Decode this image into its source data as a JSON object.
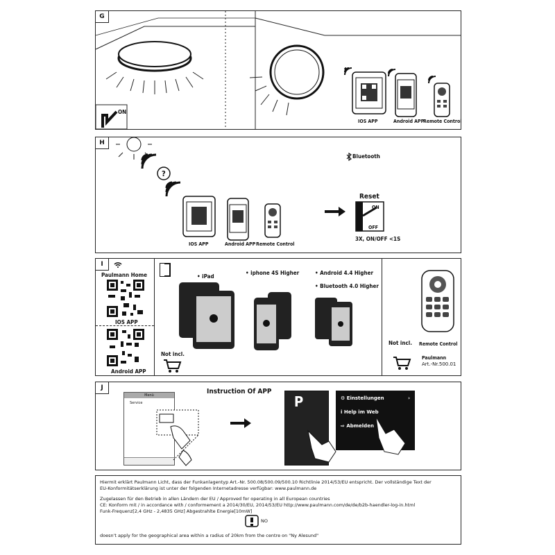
{
  "sections": {
    "g": {
      "tag": "G",
      "switch_label": "ON",
      "apps": [
        "IOS APP",
        "Android APP",
        "Remote Control"
      ]
    },
    "h": {
      "tag": "H",
      "bluetooth": "Bluetooth",
      "question": "?",
      "apps": [
        "IOS APP",
        "Android APP",
        "Remote Control"
      ],
      "reset_title": "Reset",
      "switch_on": "ON",
      "switch_off": "OFF",
      "reset_instruction": "3X, ON/OFF  <1S"
    },
    "i": {
      "tag": "I",
      "paulmann_home": "Paulmann Home",
      "ios_app": "IOS APP",
      "android_app": "Android APP",
      "devices": [
        "• iPad",
        "• iphone 4S Higher",
        "• Android 4.4 Higher",
        "• Bluetooth 4.0 Higher"
      ],
      "not_incl": "Not incl.",
      "not_incl_2": "Not incl.",
      "remote_control": "Remote Control",
      "brand": "Paulmann",
      "article": "Art.-Nr.500.01"
    },
    "j": {
      "tag": "J",
      "title": "Instruction Of APP",
      "left_screen_header": "Menü",
      "left_screen_item": "Service",
      "right_menu": [
        "Einstellungen",
        "Help im Web",
        "Abmelden"
      ],
      "logo_letter": "P"
    }
  },
  "legal": {
    "line1": "Hiermit erklärt Paulmann Licht, dass der Funkanlagentyp Art.-Nr. 500.08/500.09/500.10 Richtlinie 2014/53/EU entspricht. Der vollständige Text der",
    "line2": "EU-Konformitätserklärung ist unter der folgenden Internetadresse verfügbar: www.paulmann.de",
    "line3": "Zugelassen für den Betrieb in allen Ländern der EU / Approved for operating in all European countries",
    "line4": "CE: Konform mit / in accordance with / conformement a 2014/30/EU, 2014/53/EU http://www.paulmann.com/de/de/b2b-haendler-log-in.html",
    "line5": "Funk-Frequenz[2,4 GHz - 2,4835 GHz] Abgestrahlte Energie[10mW]",
    "no_label": "NO",
    "line6": "doesn't apply for the geographical area within a radius of 20km from the centre on \"Ny Alesund\""
  }
}
